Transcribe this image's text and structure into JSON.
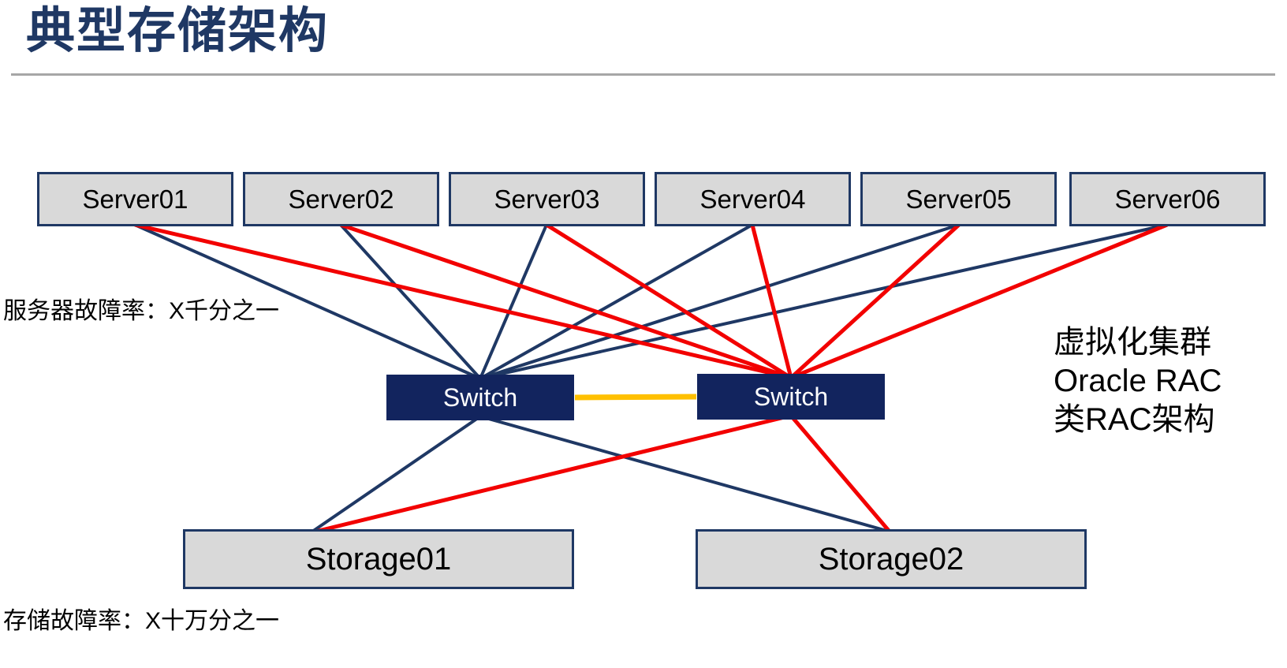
{
  "title": "典型存储架构",
  "annotations": {
    "server_failure_rate": "服务器故障率：X千分之一",
    "storage_failure_rate": "存储故障率：X十万分之一",
    "cluster_note_line1": "虚拟化集群",
    "cluster_note_line2": "Oracle RAC",
    "cluster_note_line3": "类RAC架构"
  },
  "nodes": {
    "servers": [
      {
        "label": "Server01"
      },
      {
        "label": "Server02"
      },
      {
        "label": "Server03"
      },
      {
        "label": "Server04"
      },
      {
        "label": "Server05"
      },
      {
        "label": "Server06"
      }
    ],
    "switches": [
      {
        "label": "Switch"
      },
      {
        "label": "Switch"
      }
    ],
    "storages": [
      {
        "label": "Storage01"
      },
      {
        "label": "Storage02"
      }
    ]
  },
  "links": [
    {
      "from": "Server01",
      "to": "Switch-1",
      "color": "navy"
    },
    {
      "from": "Server02",
      "to": "Switch-1",
      "color": "navy"
    },
    {
      "from": "Server03",
      "to": "Switch-1",
      "color": "navy"
    },
    {
      "from": "Server04",
      "to": "Switch-1",
      "color": "navy"
    },
    {
      "from": "Server05",
      "to": "Switch-1",
      "color": "navy"
    },
    {
      "from": "Server06",
      "to": "Switch-1",
      "color": "navy"
    },
    {
      "from": "Server01",
      "to": "Switch-2",
      "color": "red"
    },
    {
      "from": "Server02",
      "to": "Switch-2",
      "color": "red"
    },
    {
      "from": "Server03",
      "to": "Switch-2",
      "color": "red"
    },
    {
      "from": "Server04",
      "to": "Switch-2",
      "color": "red"
    },
    {
      "from": "Server05",
      "to": "Switch-2",
      "color": "red"
    },
    {
      "from": "Server06",
      "to": "Switch-2",
      "color": "red"
    },
    {
      "from": "Switch-1",
      "to": "Switch-2",
      "color": "yellow"
    },
    {
      "from": "Switch-1",
      "to": "Storage01",
      "color": "navy"
    },
    {
      "from": "Switch-1",
      "to": "Storage02",
      "color": "navy"
    },
    {
      "from": "Switch-2",
      "to": "Storage01",
      "color": "red"
    },
    {
      "from": "Switch-2",
      "to": "Storage02",
      "color": "red"
    }
  ],
  "colors": {
    "title_text": "#1F3864",
    "box_fill": "#D9D9D9",
    "box_border": "#1F3864",
    "switch_fill": "#12245E",
    "switch_text": "#FFFFFF",
    "link_navy": "#1F3864",
    "link_red": "#F20000",
    "link_yellow": "#FFC000",
    "divider_gray": "#A6A6A6",
    "annotation_text": "#000000"
  }
}
